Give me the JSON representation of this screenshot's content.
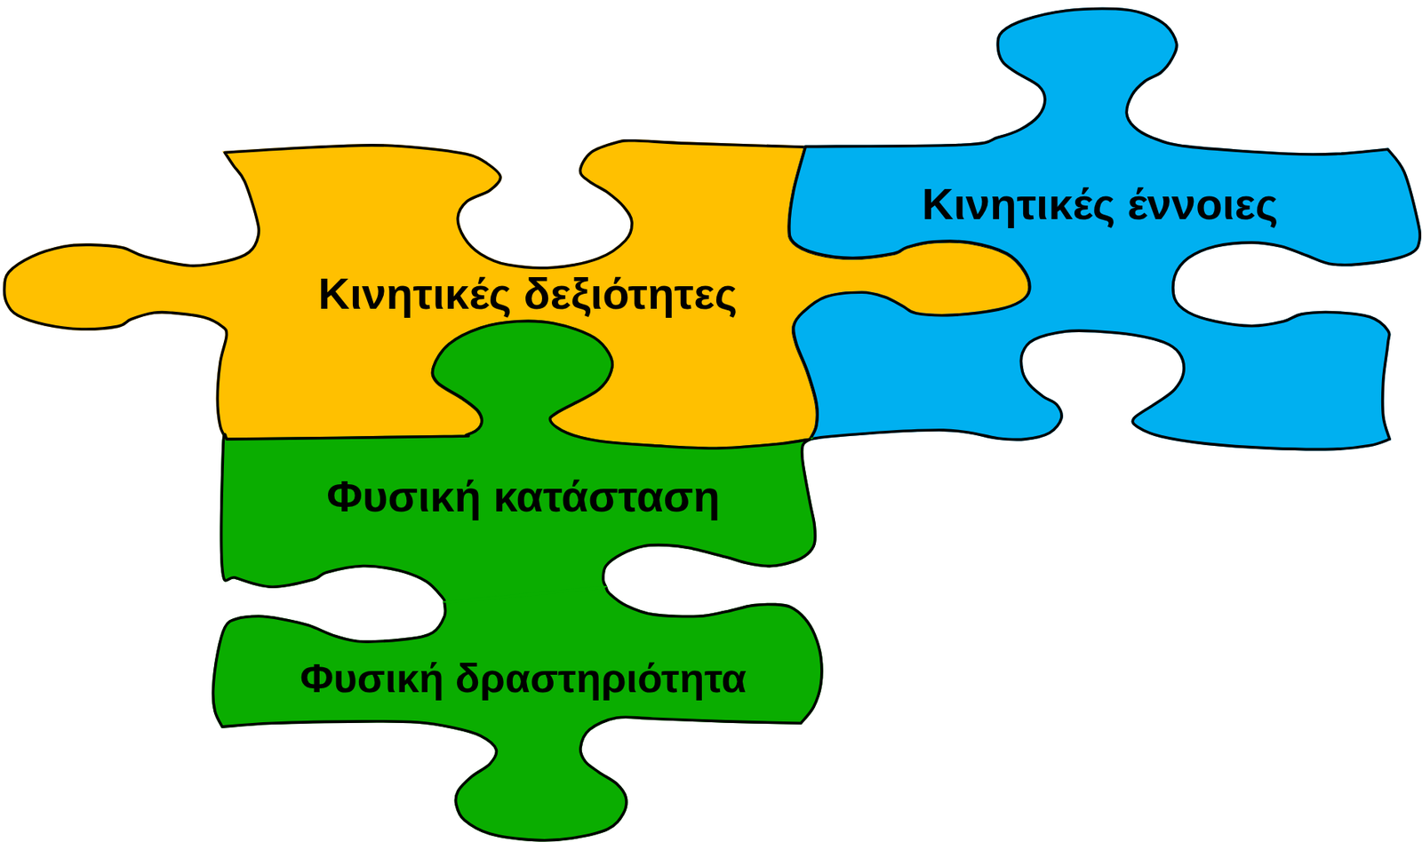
{
  "diagram": {
    "nodes": [
      {
        "text": [
          "Κινητικές δεξιότητες"
        ]
      },
      {
        "text": [
          "Κινητικές έννοιες"
        ]
      },
      {
        "text": [
          "Φυσική κατάσταση"
        ]
      },
      {
        "text": [
          "Φυσική δραστηριότητα"
        ]
      }
    ]
  }
}
